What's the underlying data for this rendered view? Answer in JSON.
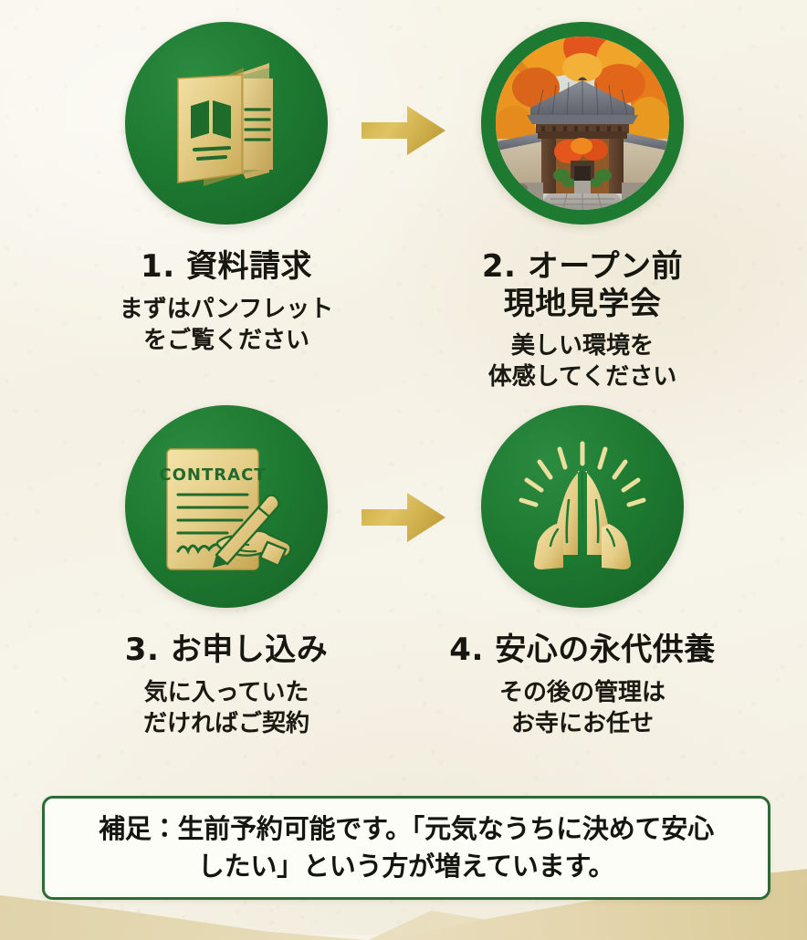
{
  "page": {
    "heading_hidden": "",
    "background_color": "#f6f2e6",
    "accent_green": "#1e7a31",
    "accent_gold": "#d6b950",
    "text_color": "#17170f"
  },
  "steps": [
    {
      "number": "1.",
      "icon": "brochure-icon",
      "title_lines": [
        "1. 資料請求"
      ],
      "subtitle_lines": [
        "まずはパンフレット",
        "をご覧ください"
      ]
    },
    {
      "number": "2.",
      "icon": "temple-photo",
      "title_lines": [
        "2. オープン前",
        "現地見学会"
      ],
      "subtitle_lines": [
        "美しい環境を",
        "体感してください"
      ]
    },
    {
      "number": "3.",
      "icon": "contract-signing-icon",
      "title_lines": [
        "3. お申し込み"
      ],
      "subtitle_lines": [
        "気に入っていた",
        "だければご契約"
      ]
    },
    {
      "number": "4.",
      "icon": "praying-hands-icon",
      "title_lines": [
        "4. 安心の永代供養"
      ],
      "subtitle_lines": [
        "その後の管理は",
        "お寺にお任せ"
      ]
    }
  ],
  "icon_labels": {
    "contract_document_text": "CONTRACT"
  },
  "arrows": [
    {
      "name": "arrow-step1-to-step2",
      "direction": "right",
      "color": "#d6b950"
    },
    {
      "name": "arrow-step3-to-step4",
      "direction": "right",
      "color": "#d6b950"
    }
  ],
  "note": {
    "lines": [
      "補足：生前予約可能です。「元気なうちに決めて安心",
      "したい」という方が増えています。"
    ],
    "border_color": "#2c6b36",
    "background_color": "#fdfdf8"
  }
}
